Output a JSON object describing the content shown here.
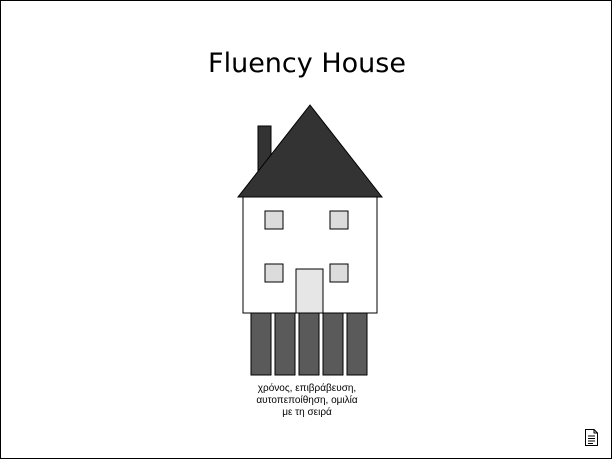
{
  "slide": {
    "title": "Fluency House",
    "caption_lines": [
      "χρόνος, επιβράβευση,",
      "αυτοπεποίθηση, ομιλία",
      "με τη σειρά"
    ]
  },
  "colors": {
    "roof": "#333333",
    "pillars": "#5a5a5a",
    "wall": "#ffffff",
    "windows": "#dcdcdc",
    "door": "#e6e6e6"
  },
  "icons": {
    "notes": "notes-icon"
  }
}
